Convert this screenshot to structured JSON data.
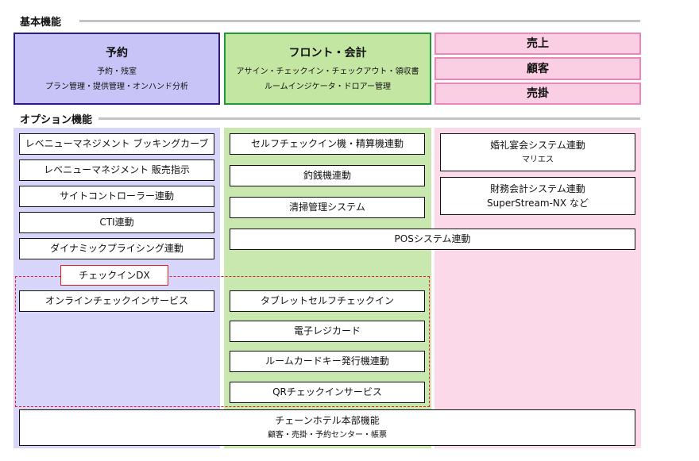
{
  "basic": {
    "title": "基本機能",
    "reservation": {
      "title": "予約",
      "line1": "予約・残室",
      "line2": "プラン管理・提供管理・オンハンド分析"
    },
    "front": {
      "title": "フロント・会計",
      "line1": "アサイン・チェックイン・チェックアウト・領収書",
      "line2": "ルームインジケータ・ドロアー管理"
    },
    "right": [
      "売上",
      "顧客",
      "売掛"
    ]
  },
  "options": {
    "title": "オプション機能",
    "left": [
      "レベニューマネジメント ブッキングカーブ",
      "レベニューマネジメント 販売指示",
      "サイトコントローラー連動",
      "CTI連動",
      "ダイナミックプライシング連動"
    ],
    "middle": [
      "セルフチェックイン機・精算機連動",
      "釣銭機連動",
      "清掃管理システム"
    ],
    "right": [
      {
        "title": "婚礼宴会システム連動",
        "sub": "マリエス"
      },
      {
        "title": "財務会計システム連動",
        "sub": "SuperStream-NX など"
      }
    ],
    "pos": "POSシステム連動",
    "dx": {
      "label": "チェックインDX",
      "left": [
        "オンラインチェックインサービス"
      ],
      "middle": [
        "タブレットセルフチェックイン",
        "電子レジカード",
        "ルームカードキー発行機連動",
        "QRチェックインサービス"
      ]
    },
    "chain": {
      "title": "チェーンホテル本部機能",
      "sub": "顧客・売掛・予約センター・帳票"
    }
  },
  "colors": {
    "purple_fill": "#c9c4f7",
    "purple_border": "#2a1a8a",
    "green_fill": "#c4e6a3",
    "green_border": "#1f9a35",
    "pink_fill": "#fbcfe3",
    "pink_border": "#ee86b9",
    "purple_bg": "#d8d5fa",
    "green_bg": "#c8e8b0",
    "pink_bg": "#fbd9e8",
    "dx_red": "#e8191f"
  }
}
